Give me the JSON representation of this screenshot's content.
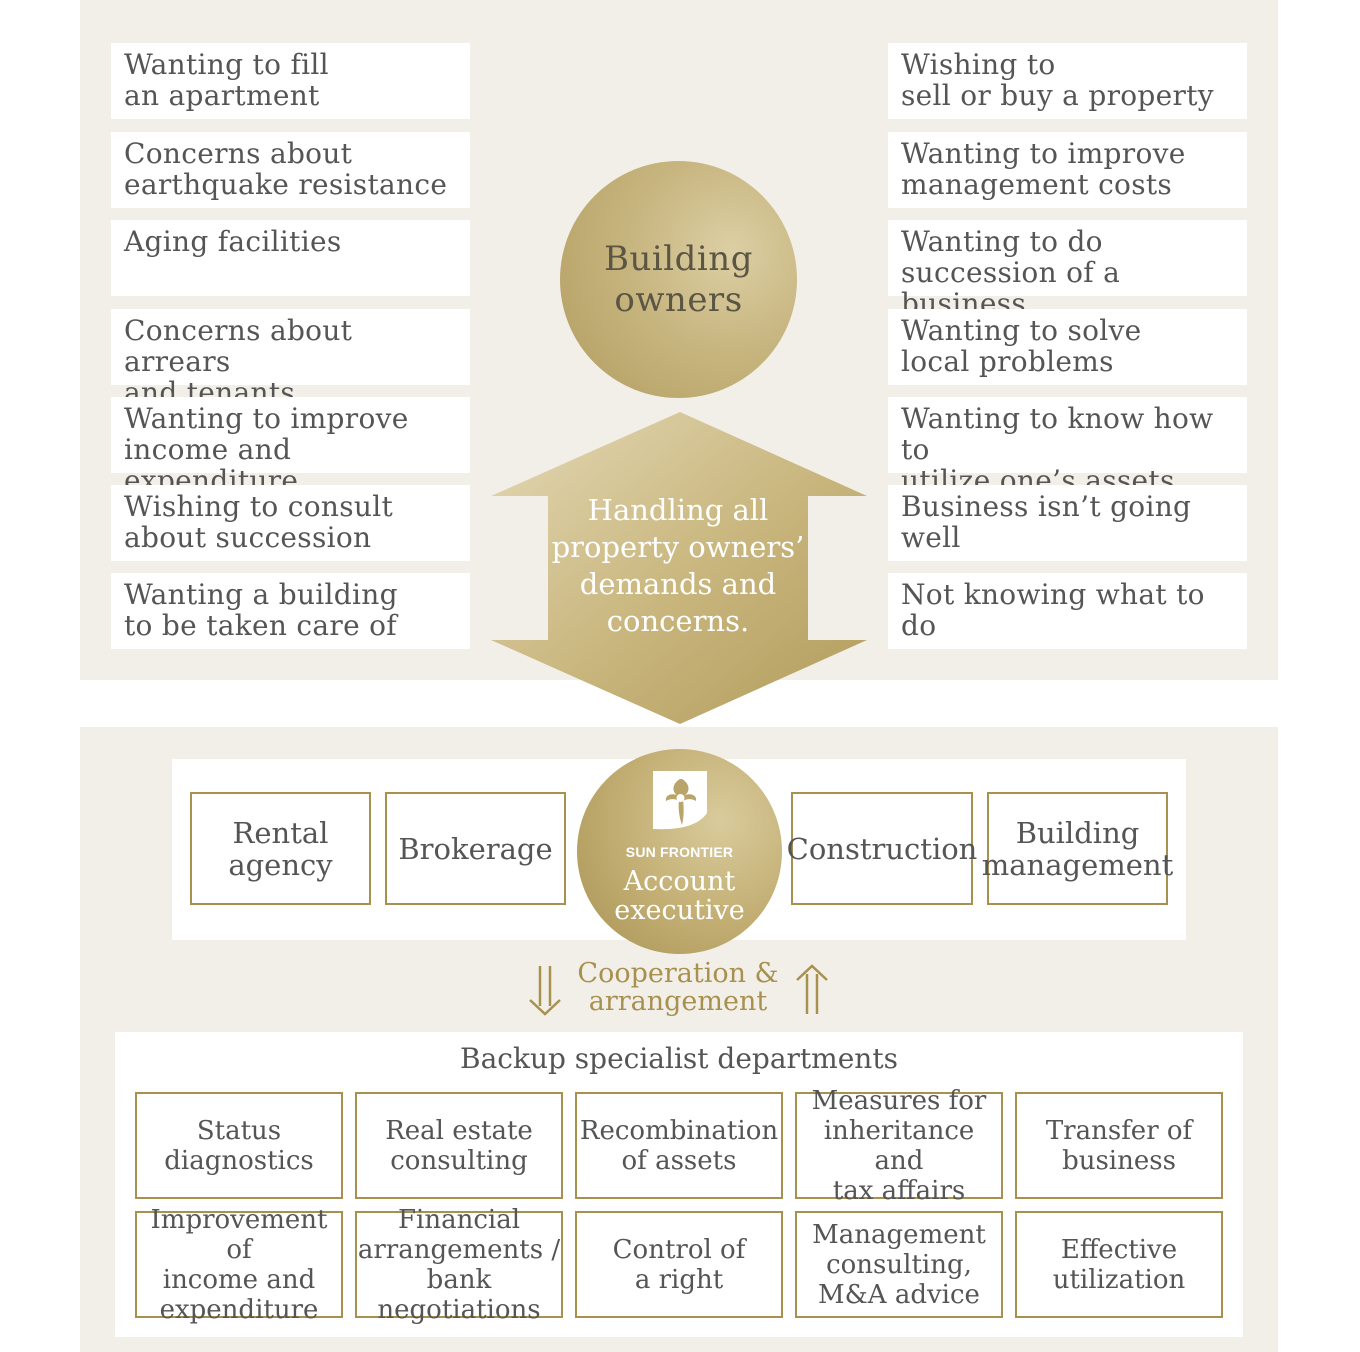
{
  "left_concerns": [
    "Wanting to fill\nan apartment",
    "Concerns about\nearthquake resistance",
    "Aging facilities",
    "Concerns about arrears\nand tenants",
    "Wanting to improve\nincome and expenditure",
    "Wishing to consult\nabout succession",
    "Wanting a building\nto be taken care of"
  ],
  "right_concerns": [
    "Wishing to\nsell or buy a property",
    "Wanting to improve\nmanagement costs",
    "Wanting to do\nsuccession of a business",
    "Wanting to solve\nlocal problems",
    "Wanting to know how to\nutilize one’s assets",
    "Business isn’t going well",
    "Not knowing what to do"
  ],
  "owners_label": "Building\nowners",
  "arrow_text": "Handling all\nproperty owners’\ndemands and\nconcerns.",
  "services": [
    "Rental\nagency",
    "Brokerage",
    "Construction",
    "Building\nmanagement"
  ],
  "brand_name": "SUN FRONTIER",
  "exec_title": "Account\nexecutive",
  "cooperation_label": "Cooperation &\narrangement",
  "backup_title": "Backup specialist departments",
  "departments": [
    "Status\ndiagnostics",
    "Real estate\nconsulting",
    "Recombination\nof assets",
    "Measures for\ninheritance and\ntax affairs",
    "Transfer of\nbusiness",
    "Improvement of\nincome and\nexpenditure",
    "Financial\narrangements /\nbank negotiations",
    "Control of\na right",
    "Management\nconsulting,\nM&A advice",
    "Effective\nutilization"
  ],
  "colors": {
    "background_panel": "#f1efe8",
    "gold": "#a8904f",
    "gold_light": "#dccfa4",
    "text": "#555555"
  },
  "icons": {
    "down_arrow": "double-down-arrow-icon",
    "up_arrow": "double-up-arrow-icon",
    "logo": "sun-frontier-logo-icon"
  }
}
